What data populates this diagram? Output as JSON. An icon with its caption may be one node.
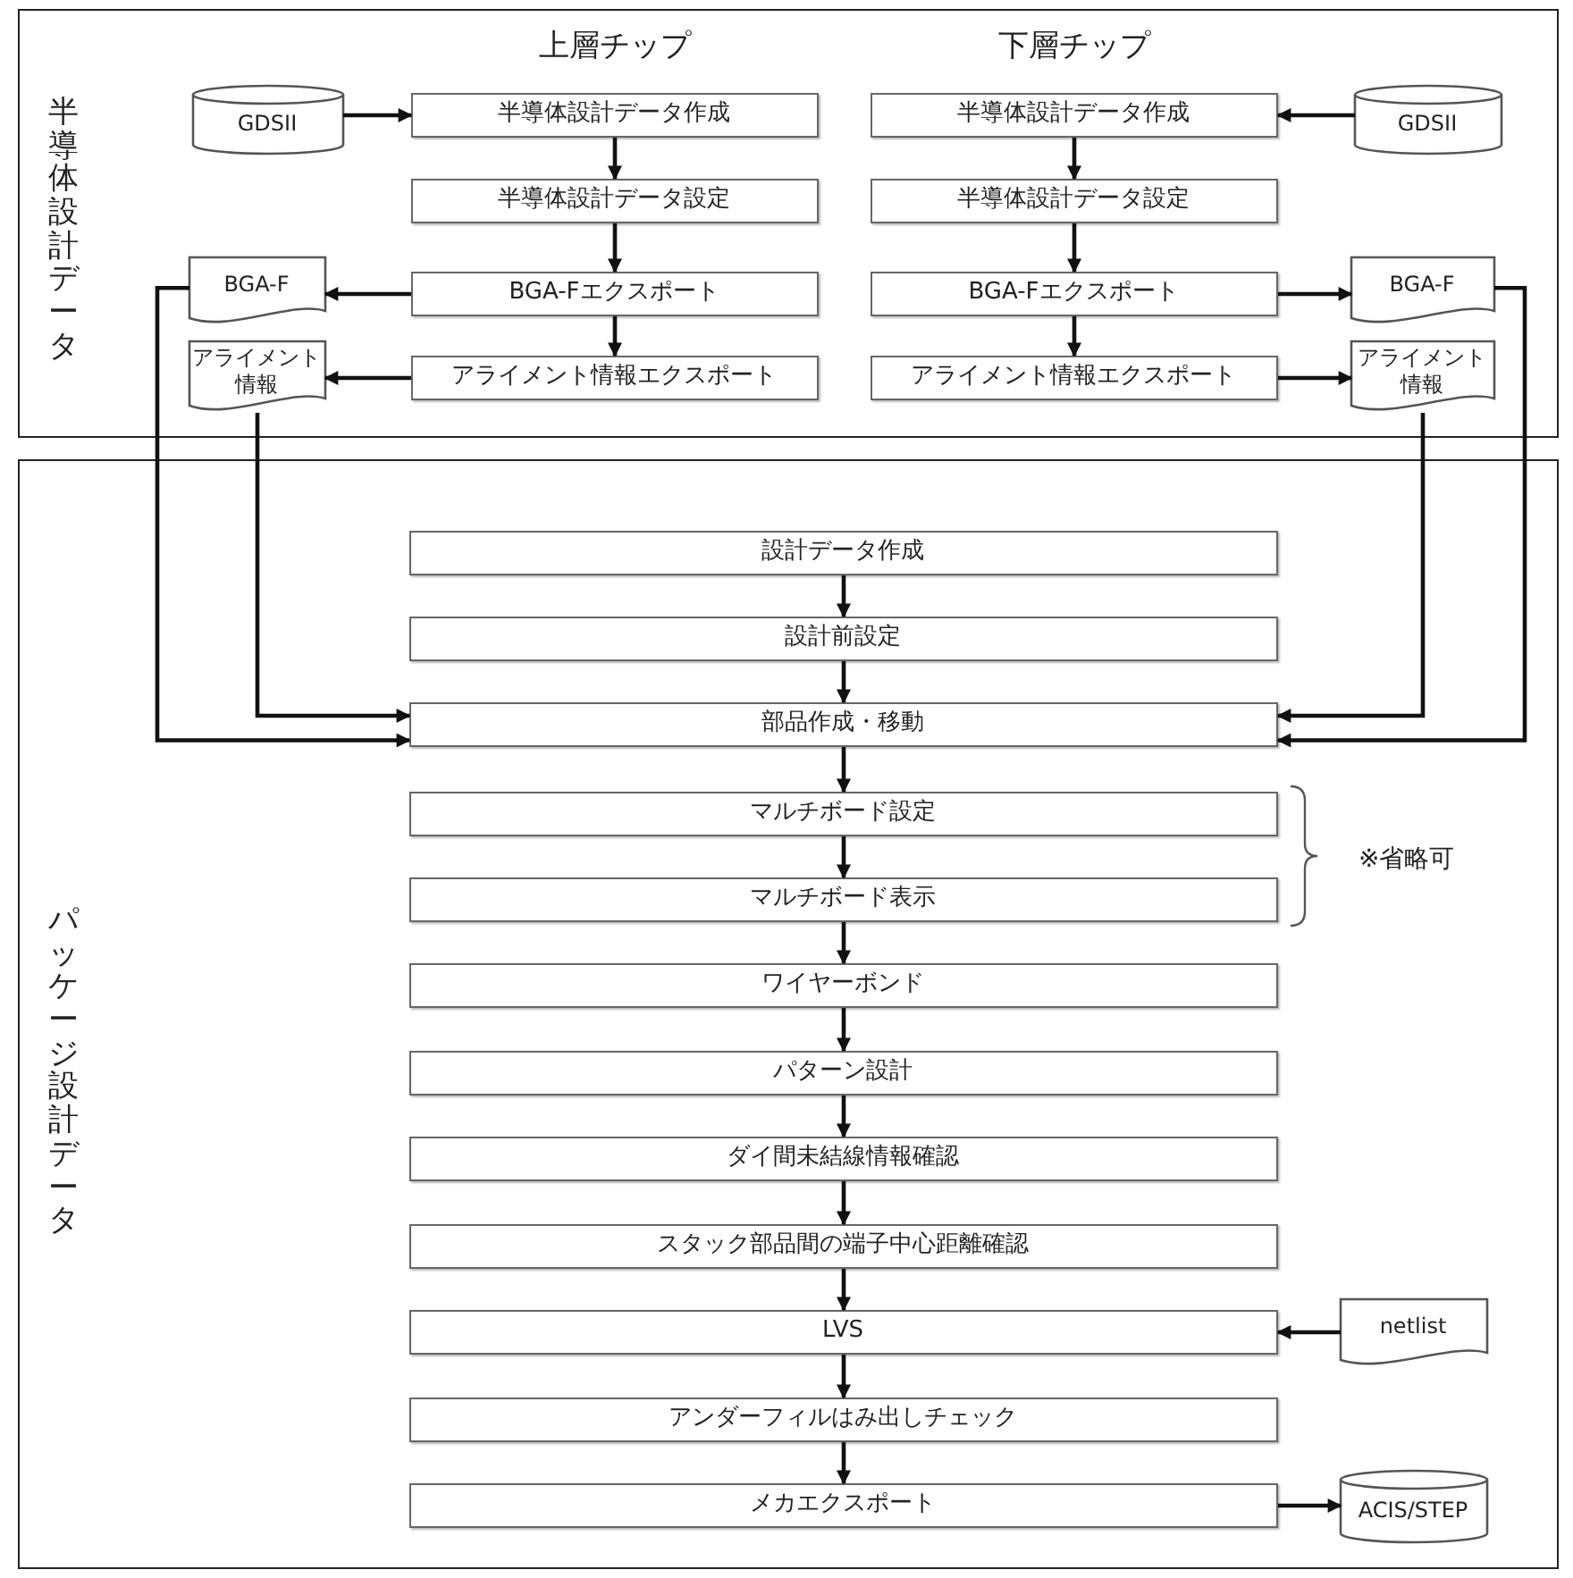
{
  "diagram": {
    "nodes": [
      {
        "text": [
          "半導体設計データ"
        ]
      },
      {
        "text": [
          "パッケージ設計データ"
        ]
      },
      {
        "text": [
          "GDSII"
        ],
        "in": 0
      },
      {
        "text": [
          "半導体設計データ作成"
        ],
        "in": 0
      },
      {
        "text": [
          "半導体設計データ設定"
        ],
        "in": 0
      },
      {
        "text": [
          "BGA-F"
        ],
        "in": 0
      },
      {
        "text": [
          "BGA-Fエクスポート"
        ],
        "in": 0
      },
      {
        "text": [
          "アライメント情報"
        ],
        "in": 0
      },
      {
        "text": [
          "アライメント情報エクスポート"
        ],
        "in": 0
      },
      {
        "text": [
          "半導体設計データ作成"
        ],
        "in": 0
      },
      {
        "text": [
          "GDSII"
        ],
        "in": 0
      },
      {
        "text": [
          "半導体設計データ設定"
        ],
        "in": 0
      },
      {
        "text": [
          "BGA-Fエクスポート"
        ],
        "in": 0
      },
      {
        "text": [
          "BGA-F"
        ],
        "in": 0
      },
      {
        "text": [
          "アライメント情報エクスポート"
        ],
        "in": 0
      },
      {
        "text": [
          "アライメント情報"
        ],
        "in": 0
      },
      {
        "text": [
          "設計データ作成"
        ],
        "in": 1
      },
      {
        "text": [
          "設計前設定"
        ],
        "in": 1
      },
      {
        "text": [
          "部品作成・移動"
        ],
        "in": 1
      },
      {
        "text": [
          "マルチボード設定"
        ],
        "in": 1
      },
      {
        "text": [
          "マルチボード表示"
        ],
        "in": 1
      },
      {
        "text": [
          "ワイヤーボンド"
        ],
        "in": 1
      },
      {
        "text": [
          "パターン設計"
        ],
        "in": 1
      },
      {
        "text": [
          "ダイ間未結線情報確認"
        ],
        "in": 1
      },
      {
        "text": [
          "スタック部品間の端子中心距離確認"
        ],
        "in": 1
      },
      {
        "text": [
          "LVS"
        ],
        "in": 1
      },
      {
        "text": [
          "netlist"
        ],
        "in": 1
      },
      {
        "text": [
          "アンダーフィルはみ出しチェック"
        ],
        "in": 1
      },
      {
        "text": [
          "メカエクスポート"
        ],
        "in": 1
      },
      {
        "text": [
          "ACIS/STEP"
        ],
        "in": 1
      }
    ],
    "edges": [
      {
        "from": 2,
        "to": 3,
        "arrow": "to"
      },
      {
        "from": 3,
        "to": 4,
        "arrow": "to"
      },
      {
        "from": 4,
        "to": 6,
        "arrow": "to"
      },
      {
        "from": 6,
        "to": 5,
        "arrow": "to"
      },
      {
        "from": 6,
        "to": 8,
        "arrow": "to"
      },
      {
        "from": 8,
        "to": 7,
        "arrow": "to"
      },
      {
        "from": 10,
        "to": 9,
        "arrow": "to"
      },
      {
        "from": 9,
        "to": 11,
        "arrow": "to"
      },
      {
        "from": 11,
        "to": 12,
        "arrow": "to"
      },
      {
        "from": 12,
        "to": 13,
        "arrow": "to"
      },
      {
        "from": 12,
        "to": 14,
        "arrow": "to"
      },
      {
        "from": 14,
        "to": 15,
        "arrow": "to"
      },
      {
        "from": 5,
        "to": 18,
        "arrow": "to"
      },
      {
        "from": 7,
        "to": 18,
        "arrow": "to"
      },
      {
        "from": 13,
        "to": 18,
        "arrow": "to"
      },
      {
        "from": 15,
        "to": 18,
        "arrow": "to"
      },
      {
        "from": 16,
        "to": 17,
        "arrow": "to"
      },
      {
        "from": 17,
        "to": 18,
        "arrow": "to"
      },
      {
        "from": 18,
        "to": 19,
        "arrow": "to"
      },
      {
        "from": 19,
        "to": 20,
        "arrow": "to"
      },
      {
        "from": 20,
        "to": 21,
        "arrow": "to"
      },
      {
        "from": 21,
        "to": 22,
        "arrow": "to"
      },
      {
        "from": 22,
        "to": 23,
        "arrow": "to"
      },
      {
        "from": 23,
        "to": 24,
        "arrow": "to"
      },
      {
        "from": 24,
        "to": 25,
        "arrow": "to"
      },
      {
        "from": 26,
        "to": 25,
        "arrow": "to"
      },
      {
        "from": 25,
        "to": 27,
        "arrow": "to"
      },
      {
        "from": 27,
        "to": 28,
        "arrow": "to"
      },
      {
        "from": 28,
        "to": 29,
        "arrow": "to"
      }
    ],
    "labels": [
      "上層チップ",
      "下層チップ",
      "※省略可"
    ]
  }
}
